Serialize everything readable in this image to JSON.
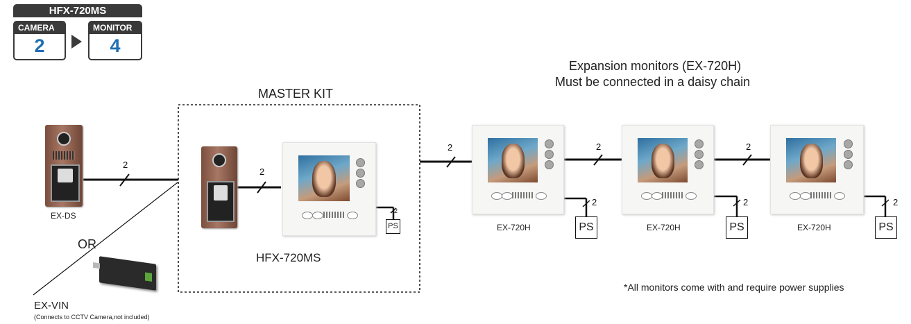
{
  "badge": {
    "model": "HFX-720MS",
    "camera_label": "CAMERA",
    "camera_count": "2",
    "monitor_label": "MONITOR",
    "monitor_count": "4"
  },
  "master_kit": {
    "title": "MASTER KIT",
    "model_label": "HFX-720MS"
  },
  "expansion": {
    "line1": "Expansion monitors (EX-720H)",
    "line2": "Must be connected in a daisy chain"
  },
  "devices": {
    "door_station": "EX-DS",
    "or_label": "OR",
    "vin_label": "EX-VIN",
    "vin_note": "(Connects to CCTV Camera,not included)",
    "expansion_monitor": "EX-720H"
  },
  "power_supply_label": "PS",
  "wire_count": "2",
  "footnote": "*All monitors come with and require power supplies",
  "colors": {
    "badge_dark": "#3a3a3a",
    "badge_number": "#1f6fb3",
    "wire": "#111111"
  }
}
